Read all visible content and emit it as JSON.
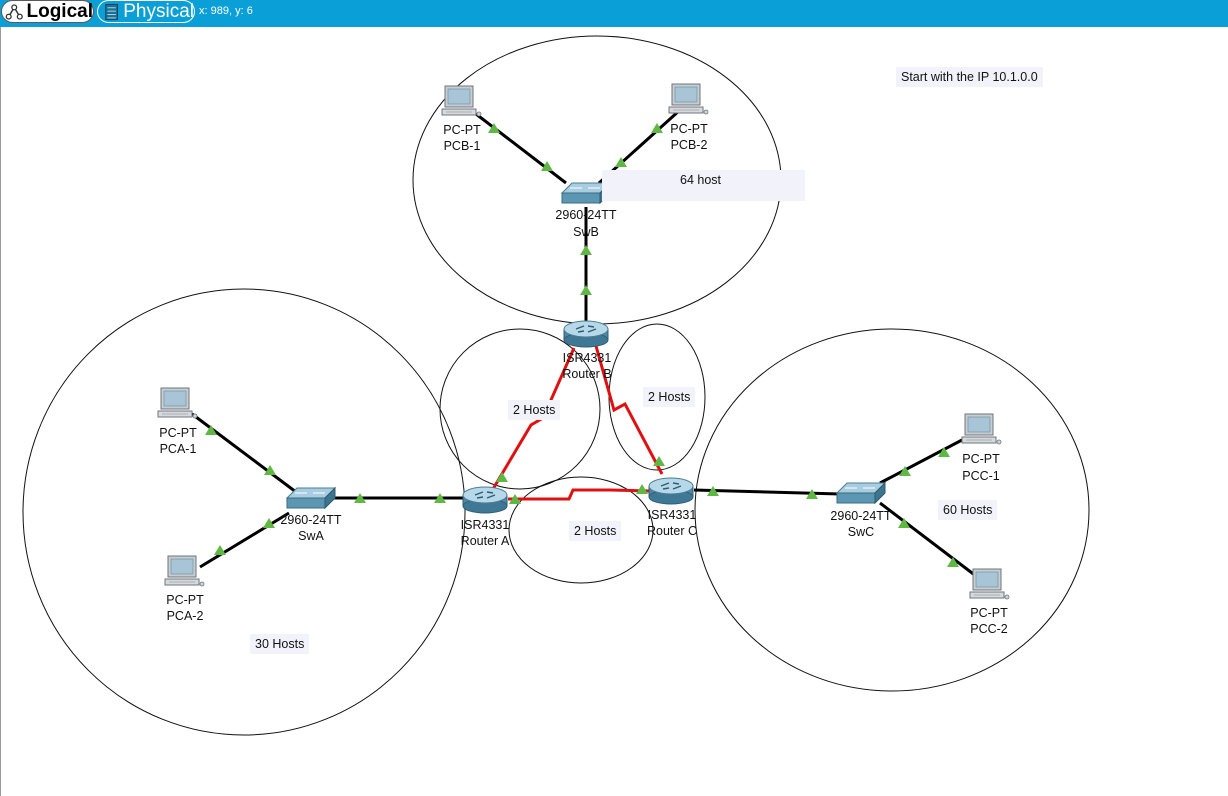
{
  "toolbar": {
    "logical_label": "Logical",
    "physical_label": "Physical",
    "coords": "x: 989, y: 6"
  },
  "notes": {
    "start_ip": "Start with the IP 10.1.0.0",
    "lan_b": "64 host",
    "lan_a": "30 Hosts",
    "lan_c": "60 Hosts",
    "wan_ab": "2 Hosts",
    "wan_bc": "2 Hosts",
    "wan_ac": "2 Hosts"
  },
  "devices": {
    "pcb1": {
      "model": "PC-PT",
      "name": "PCB-1"
    },
    "pcb2": {
      "model": "PC-PT",
      "name": "PCB-2"
    },
    "swb": {
      "model": "2960-24TT",
      "name": "SwB"
    },
    "routerb": {
      "model": "ISR4331",
      "name": "Router B"
    },
    "pca1": {
      "model": "PC-PT",
      "name": "PCA-1"
    },
    "pca2": {
      "model": "PC-PT",
      "name": "PCA-2"
    },
    "swa": {
      "model": "2960-24TT",
      "name": "SwA"
    },
    "routera": {
      "model": "ISR4331",
      "name": "Router A"
    },
    "routerc": {
      "model": "ISR4331",
      "name": "Router C"
    },
    "swc": {
      "model": "2960-24TT",
      "name": "SwC"
    },
    "pcc1": {
      "model": "PC-PT",
      "name": "PCC-1"
    },
    "pcc2": {
      "model": "PC-PT",
      "name": "PCC-2"
    }
  },
  "colors": {
    "toolbar": "#0b9fd8",
    "link_ethernet": "#000000",
    "link_serial": "#e01010",
    "link_up": "#5fb843"
  }
}
